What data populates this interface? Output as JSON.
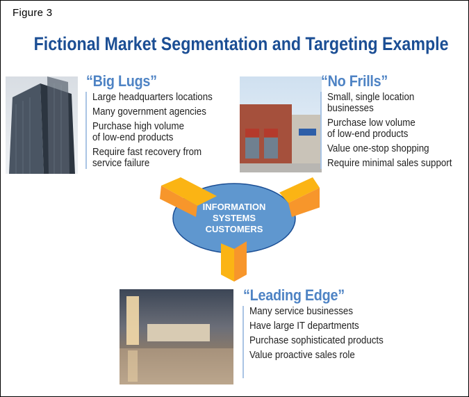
{
  "figure_label": "Figure 3",
  "title": "Fictional Market Segmentation and Targeting Example",
  "center": {
    "line1": "INFORMATION",
    "line2": "SYSTEMS",
    "line3": "CUSTOMERS"
  },
  "segments": [
    {
      "name": "“Big Lugs”",
      "items": [
        "Large headquarters locations",
        "Many government agencies",
        "Purchase high volume\nof low-end products",
        "Require fast recovery from\nservice failure"
      ]
    },
    {
      "name": "“No Frills”",
      "items": [
        "Small, single location\nbusinesses",
        "Purchase low volume\nof low-end products",
        "Value one-stop shopping",
        "Require minimal sales support"
      ]
    },
    {
      "name": "“Leading Edge”",
      "items": [
        "Many service businesses",
        "Have large IT departments",
        "Purchase sophisticated products",
        "Value proactive sales role"
      ]
    }
  ],
  "colors": {
    "title": "#1b4e94",
    "heading": "#4e83c4",
    "ellipse": "#5f97cf",
    "arrow": "#fbb414"
  }
}
